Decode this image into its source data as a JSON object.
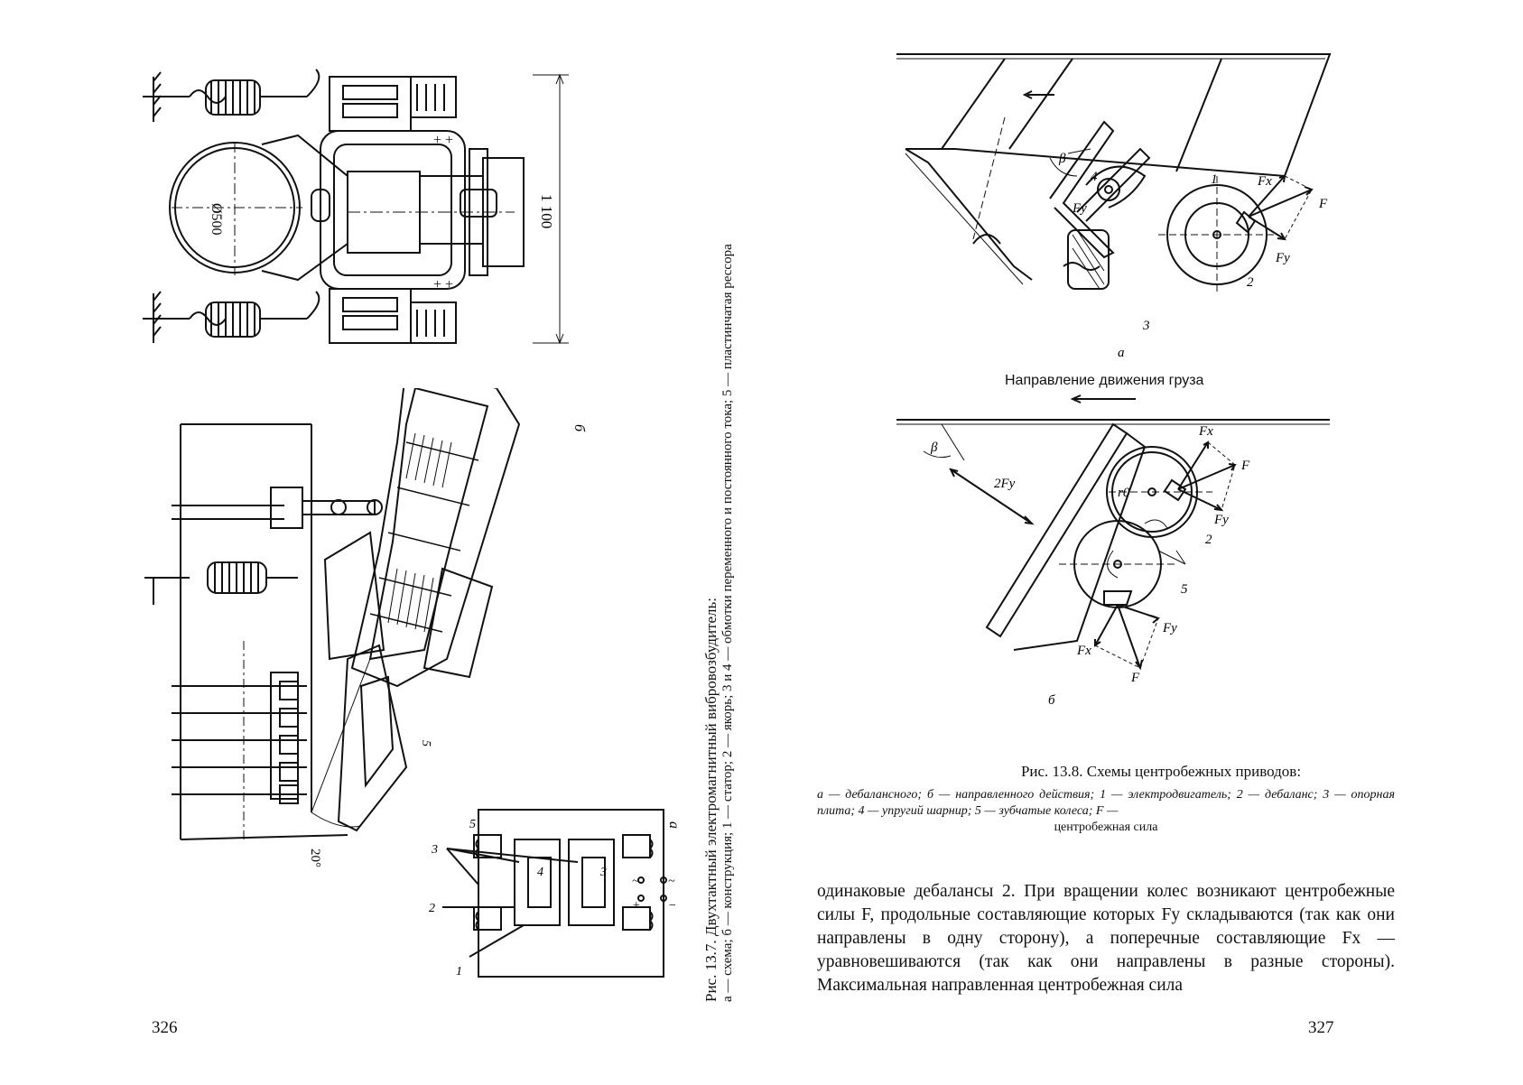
{
  "left_page": {
    "page_number": "326",
    "figure_13_7": {
      "caption_title": "Рис. 13.7. Двухтактный электромагнитный вибровозбудитель:",
      "caption_legend": "а — схема; б — конструкция; 1 — статор; 2 — якорь; 3 и 4 — обмотки переменного и постоянного тока; 5 — пластинчатая рессора",
      "dimension_diameter": "Ø500",
      "dimension_height": "1 100",
      "angle_label": "20°",
      "panel_a": "а",
      "panel_b": "б",
      "schematic_labels": [
        "1",
        "2",
        "3",
        "3",
        "4",
        "5"
      ],
      "terminal_signs": [
        "~",
        "~",
        "+",
        "−"
      ]
    }
  },
  "right_page": {
    "page_number": "327",
    "figure_13_8": {
      "caption_title": "Рис. 13.8. Схемы центробежных приводов:",
      "caption_legend": "а — дебалансного; б — направленного действия; 1 — электродвигатель; 2 — дебаланс; 3 — опорная плита; 4 — упругий шарнир; 5 — зубчатые колеса; F —",
      "caption_legend_last": "центробежная сила",
      "flow_label": "Направление движения груза",
      "panel_a": "а",
      "panel_b": "б",
      "beta": "β",
      "force_labels": [
        "F",
        "Fx",
        "Fy",
        "2Fy",
        "r0"
      ],
      "part_labels": [
        "1",
        "2",
        "3",
        "4",
        "5"
      ]
    },
    "body_text": "одинаковые дебалансы 2. При вращении колес возникают центробежные силы F, продольные составляющие которых Fy складываются (так как они направлены в одну сторону), а поперечные составляющие Fx — уравновешиваются (так как они направлены в разные стороны). Максимальная направленная центробежная сила"
  }
}
